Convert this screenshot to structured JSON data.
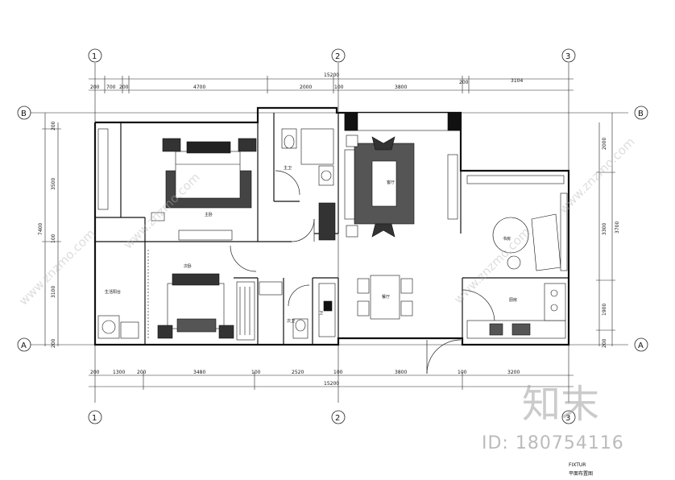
{
  "grid_axes": {
    "columns": [
      "1",
      "2",
      "3"
    ],
    "rows": [
      "B",
      "A"
    ]
  },
  "top_dims": {
    "total": "15200",
    "segments": [
      "200",
      "700",
      "200",
      "4700",
      "2000",
      "100",
      "3800",
      "200",
      "3104"
    ]
  },
  "bottom_dims": {
    "total": "15200",
    "segments": [
      "200",
      "1300",
      "200",
      "3480",
      "100",
      "2520",
      "100",
      "3800",
      "100",
      "3200"
    ]
  },
  "left_dims": {
    "total": "7400",
    "segments": [
      "200",
      "3500",
      "100",
      "3100",
      "200"
    ]
  },
  "right_dims": {
    "total": "3700",
    "segments": [
      "2000",
      "3300",
      "1900",
      "200"
    ]
  },
  "rooms": {
    "master_bedroom": "主卧",
    "second_bedroom": "次卧",
    "bathroom_top": "主卫",
    "living_room": "客厅",
    "dining_room": "餐厅",
    "kitchen": "厨房",
    "study": "书房",
    "bathroom_bottom": "次卫",
    "laundry": "卫",
    "balcony": "生活阳台"
  },
  "title": {
    "fixture": "FIXTUR",
    "plan": "平面布置图"
  },
  "watermark": {
    "brand": "知末",
    "id": "ID: 180754116",
    "site": "www.znzmo.com"
  }
}
